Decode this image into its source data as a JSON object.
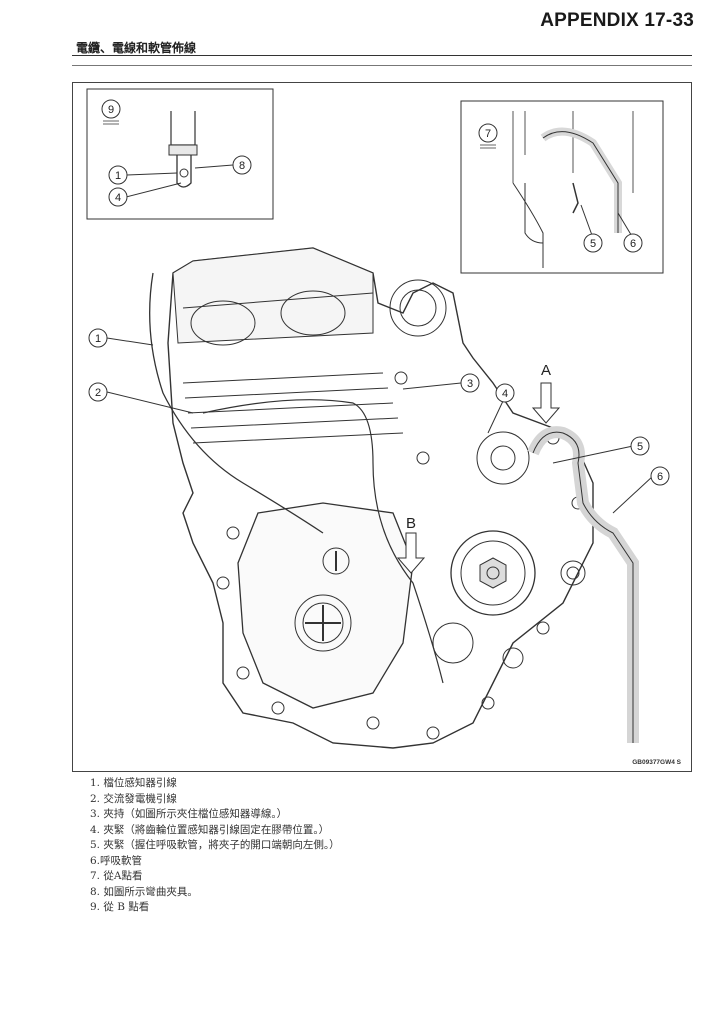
{
  "header": {
    "title": "APPENDIX 17-33"
  },
  "section": {
    "title": "電纜、電線和軟管佈線"
  },
  "figure": {
    "code": "GB09377GW4  S",
    "view_letters": {
      "a": "A",
      "b": "B"
    },
    "callouts": {
      "c1": "1",
      "c2": "2",
      "c3": "3",
      "c4": "4",
      "c5": "5",
      "c6": "6",
      "inset9_label": "9",
      "inset9_1": "1",
      "inset9_4": "4",
      "inset9_8": "8",
      "inset7_label": "7",
      "inset7_5": "5",
      "inset7_6": "6"
    }
  },
  "legend": [
    "1. 檔位感知器引線",
    "2. 交流發電機引線",
    "3. 夾持（如圖所示夾住檔位感知器導線。）",
    "4. 夾緊（將齒輪位置感知器引線固定在膠帶位置。）",
    "5. 夾緊（握住呼吸軟管，將夾子的開口端朝向左側。）",
    "6.呼吸軟管",
    "7. 從A點看",
    "8. 如圖所示彎曲夾具。",
    "9. 從 B 點看"
  ]
}
